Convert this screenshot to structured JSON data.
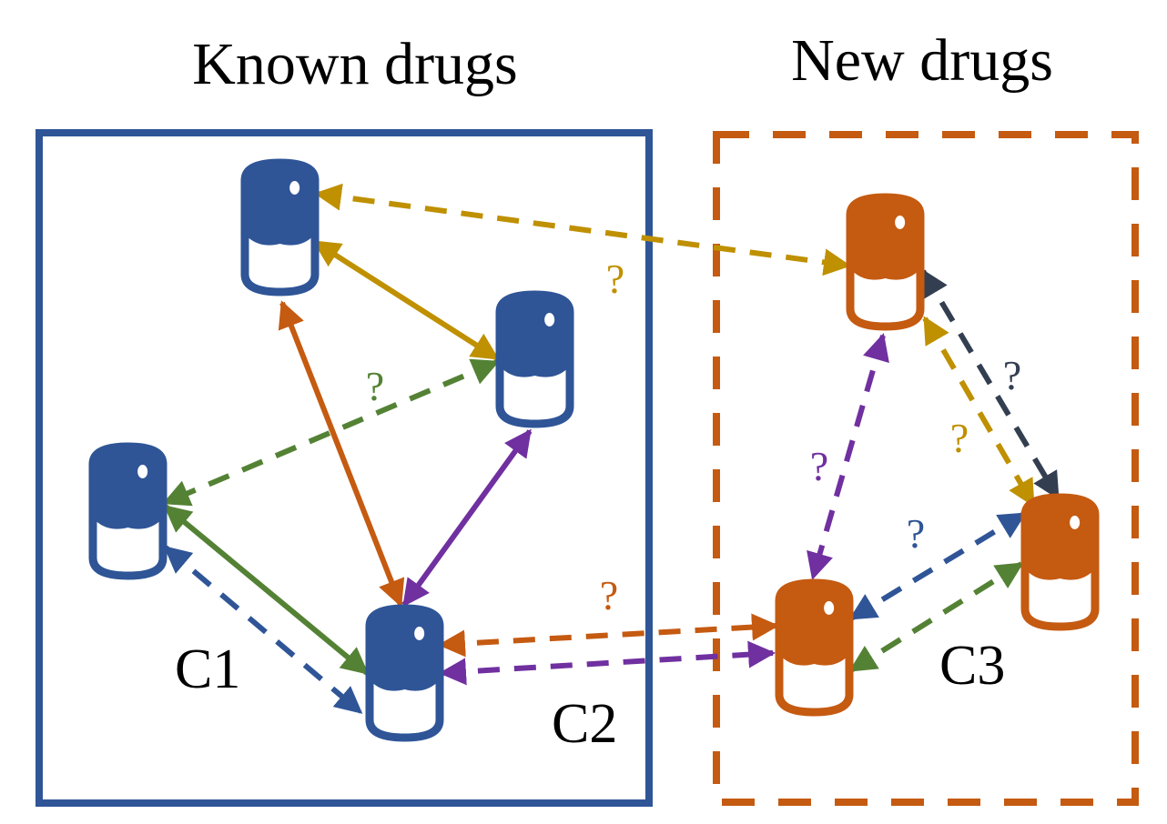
{
  "titles": {
    "known": "Known drugs",
    "new": "New drugs"
  },
  "colors": {
    "blue": "#2f5597",
    "orange": "#c55a11",
    "gold": "#bf9000",
    "green": "#548235",
    "purple": "#7030a0",
    "navy": "#333f50"
  },
  "groups": [
    {
      "id": "known",
      "label": "Known drugs",
      "border": "solid",
      "color": "blue"
    },
    {
      "id": "new",
      "label": "New drugs",
      "border": "dashed",
      "color": "orange"
    }
  ],
  "nodes": [
    {
      "id": "K1",
      "group": "known",
      "color": "blue"
    },
    {
      "id": "K2",
      "group": "known",
      "color": "blue"
    },
    {
      "id": "K3",
      "group": "known",
      "color": "blue"
    },
    {
      "id": "K4",
      "group": "known",
      "color": "blue"
    },
    {
      "id": "N1",
      "group": "new",
      "color": "orange"
    },
    {
      "id": "N2",
      "group": "new",
      "color": "orange"
    },
    {
      "id": "N3",
      "group": "new",
      "color": "orange"
    }
  ],
  "edges": [
    {
      "from": "K1",
      "to": "N1",
      "color": "gold",
      "style": "dashed",
      "label": "?"
    },
    {
      "from": "K1",
      "to": "K2",
      "color": "gold",
      "style": "solid",
      "label": ""
    },
    {
      "from": "K1",
      "to": "K4",
      "color": "orange",
      "style": "solid",
      "label": ""
    },
    {
      "from": "K2",
      "to": "K3",
      "color": "green",
      "style": "dashed",
      "label": "?"
    },
    {
      "from": "K2",
      "to": "K4",
      "color": "purple",
      "style": "solid",
      "label": ""
    },
    {
      "from": "K3",
      "to": "K4",
      "color": "green",
      "style": "solid",
      "label": ""
    },
    {
      "from": "K3",
      "to": "K4",
      "color": "blue",
      "style": "dashed",
      "label": ""
    },
    {
      "from": "K4",
      "to": "N3",
      "color": "orange",
      "style": "dashed",
      "label": "?"
    },
    {
      "from": "K4",
      "to": "N3",
      "color": "purple",
      "style": "dashed",
      "label": ""
    },
    {
      "from": "N1",
      "to": "N3",
      "color": "purple",
      "style": "dashed",
      "label": "?"
    },
    {
      "from": "N1",
      "to": "N2",
      "color": "navy",
      "style": "dashed",
      "label": "?"
    },
    {
      "from": "N1",
      "to": "N2",
      "color": "gold",
      "style": "dashed",
      "label": "?"
    },
    {
      "from": "N3",
      "to": "N2",
      "color": "blue",
      "style": "dashed",
      "label": "?"
    },
    {
      "from": "N3",
      "to": "N2",
      "color": "green",
      "style": "dashed",
      "label": ""
    }
  ],
  "cluster_labels": [
    "C1",
    "C2",
    "C3"
  ]
}
